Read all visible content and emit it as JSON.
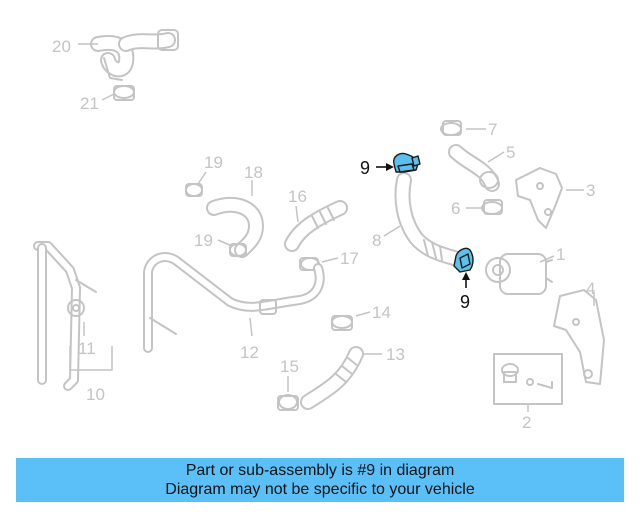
{
  "callouts": {
    "c1": "1",
    "c2": "2",
    "c3": "3",
    "c4": "4",
    "c5": "5",
    "c6": "6",
    "c7": "7",
    "c8": "8",
    "c9a": "9",
    "c9b": "9",
    "c10": "10",
    "c11": "11",
    "c12": "12",
    "c13": "13",
    "c14": "14",
    "c15": "15",
    "c16": "16",
    "c17": "17",
    "c18": "18",
    "c19a": "19",
    "c19b": "19",
    "c20": "20",
    "c21": "21"
  },
  "highlight": {
    "part_number": "9",
    "color": "#5bc0eb"
  },
  "banner": {
    "line1": "Part or sub-assembly is #9 in diagram",
    "line2": "Diagram may not be specific to your vehicle",
    "color": "#5bc0f8"
  }
}
